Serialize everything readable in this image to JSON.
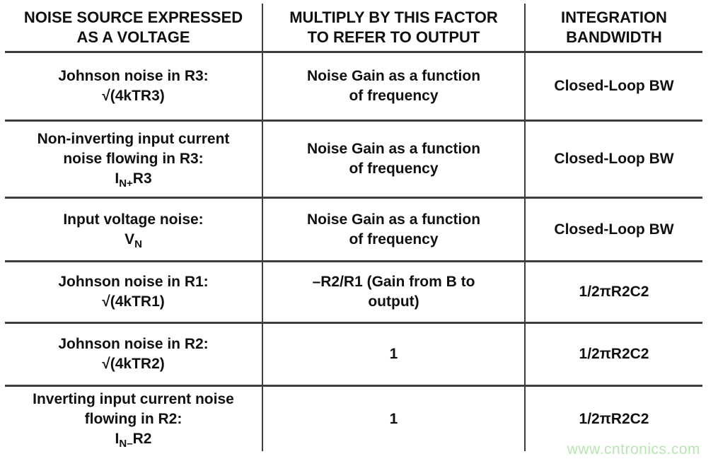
{
  "colors": {
    "rule_line": "#3e3e3e",
    "text": "#101010",
    "watermark": "#b9e4b4"
  },
  "table": {
    "header": {
      "source": {
        "l1": "NOISE SOURCE EXPRESSED",
        "l2": "AS A VOLTAGE"
      },
      "factor": {
        "l1": "MULTIPLY BY THIS FACTOR",
        "l2": "TO REFER TO OUTPUT"
      },
      "bandwidth": {
        "l1": "INTEGRATION",
        "l2": "BANDWIDTH"
      }
    },
    "rows": {
      "r1": {
        "source_l1": "Johnson noise in R3:",
        "source_l2": "√(4kTR3)",
        "factor_l1": "Noise Gain as a function",
        "factor_l2": "of frequency",
        "bandwidth": "Closed-Loop BW"
      },
      "r2": {
        "source_l1": "Non-inverting input current",
        "source_l2": "noise flowing in R3:",
        "formula_base": "I",
        "formula_sub": "N+",
        "formula_rest": "R3",
        "factor_l1": "Noise Gain as a function",
        "factor_l2": "of frequency",
        "bandwidth": "Closed-Loop BW"
      },
      "r3": {
        "source_l1": "Input voltage noise:",
        "formula_base": "V",
        "formula_sub": "N",
        "factor_l1": "Noise Gain as a function",
        "factor_l2": "of frequency",
        "bandwidth": "Closed-Loop BW"
      },
      "r4": {
        "source_l1": "Johnson noise in R1:",
        "source_l2": "√(4kTR1)",
        "factor_l1": "–R2/R1 (Gain from B to",
        "factor_l2": "output)",
        "bandwidth": "1/2πR2C2"
      },
      "r5": {
        "source_l1": "Johnson noise in R2:",
        "source_l2": "√(4kTR2)",
        "factor_l1": "1",
        "bandwidth": "1/2πR2C2"
      },
      "r6": {
        "source_l1": "Inverting input current noise",
        "source_l2": "flowing in R2:",
        "formula_base": "I",
        "formula_sub": "N–",
        "formula_rest": "R2",
        "factor_l1": "1",
        "bandwidth": "1/2πR2C2"
      }
    }
  },
  "watermark": {
    "text": "www.cntronics.com"
  }
}
